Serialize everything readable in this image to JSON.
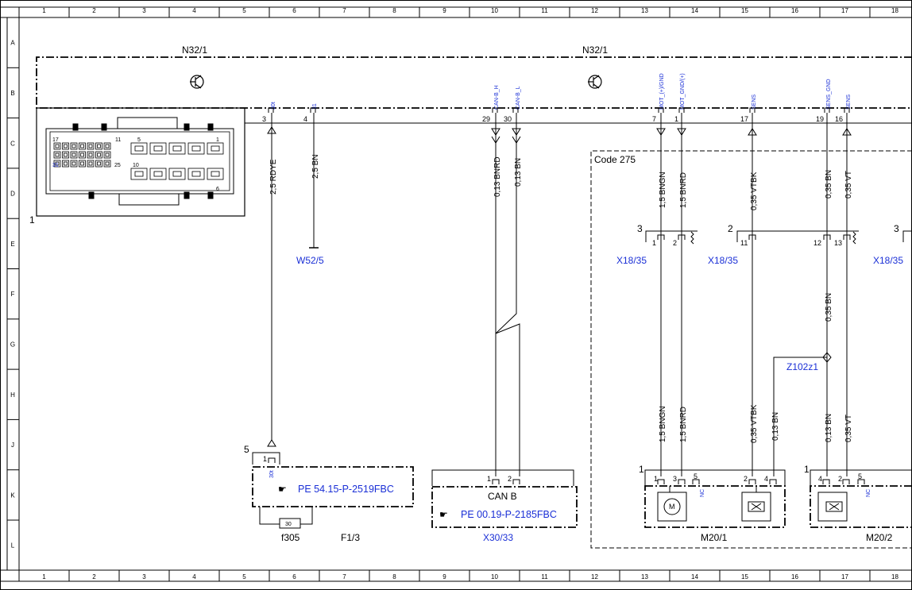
{
  "grid": {
    "columns": [
      "1",
      "2",
      "3",
      "4",
      "5",
      "6",
      "7",
      "8",
      "9",
      "10",
      "11",
      "12",
      "13",
      "14",
      "15",
      "16",
      "17",
      "18"
    ],
    "rows": [
      "A",
      "B",
      "C",
      "D",
      "E",
      "F",
      "G",
      "H",
      "J",
      "K",
      "L"
    ]
  },
  "components": {
    "ecu_left_label": "N32/1",
    "ecu_right_label": "N32/1",
    "connector_ref": "1",
    "connector_pins": [
      "17",
      "11",
      "5",
      "1",
      "31",
      "25",
      "10",
      "6"
    ],
    "code_box_label": "Code 275",
    "can_b_label": "CAN B",
    "x30_33": "X30/33",
    "f305": "f305",
    "f1_3": "F1/3",
    "fuse_value": "30",
    "m20_1": "M20/1",
    "m20_2": "M20/2",
    "w52_5": "W52/5",
    "x18_35_a": "X18/35",
    "x18_35_b": "X18/35",
    "x18_35_c": "X18/35",
    "z102z1": "Z102z1",
    "nc_a": "NC",
    "nc_b": "NC",
    "ref_pe_54": "PE 54.15-P-2519FBC",
    "ref_pe_00": "PE 00.19-P-2185FBC",
    "bracket_5": "5",
    "bracket_3a": "3",
    "bracket_2": "2",
    "bracket_3b": "3",
    "bracket_1a": "1",
    "bracket_1b": "1"
  },
  "pins": [
    {
      "num": "3",
      "signal": "30t"
    },
    {
      "num": "4",
      "signal": "31"
    },
    {
      "num": "29",
      "signal": "CAN-B_H"
    },
    {
      "num": "30",
      "signal": "CAN-B_L"
    },
    {
      "num": "7",
      "signal": "MOT_(+)/GND"
    },
    {
      "num": "1",
      "signal": "MOT_GND/(+)"
    },
    {
      "num": "17",
      "signal": "SENS"
    },
    {
      "num": "19",
      "signal": "SENS_GND"
    },
    {
      "num": "16",
      "signal": "SENS"
    }
  ],
  "wires": {
    "rdye": "2,5 RDYE",
    "bn_25": "2,5 BN",
    "bnrd_013": "0,13 BNRD",
    "bn_013": "0,13 BN",
    "bngn_15_top": "1,5 BNGN",
    "bnrd_15_top": "1,5 BNRD",
    "vtbk_035_top": "0,35 VTBK",
    "bn_035_top": "0,35 BN",
    "vt_035_top": "0,35 VT",
    "bn_035_mid": "0,35 BN",
    "bngn_15_bot": "1,5 BNGN",
    "bnrd_15_bot": "1,5 BNRD",
    "vtbk_035_bot": "0,35 VTBK",
    "bn_013_bot": "0,13 BN",
    "bn_013_bot2": "0,13 BN",
    "vt_035_bot": "0,35 VT"
  },
  "connector_pins": {
    "x18_a_1": "1",
    "x18_a_2": "2",
    "x18_b_11": "11",
    "x18_b_12": "12",
    "x18_b_13": "13",
    "x30_1": "1",
    "x30_2": "2",
    "f_1": "1",
    "f_30t": "30t",
    "m201_1": "1",
    "m201_3": "3",
    "m201_5": "5",
    "m201_2": "2",
    "m201_4": "4",
    "m202_4": "4",
    "m202_2": "2",
    "m202_5": "5"
  },
  "colors": {
    "line": "#000000",
    "link": "#1a2fd6",
    "background": "#ffffff"
  }
}
